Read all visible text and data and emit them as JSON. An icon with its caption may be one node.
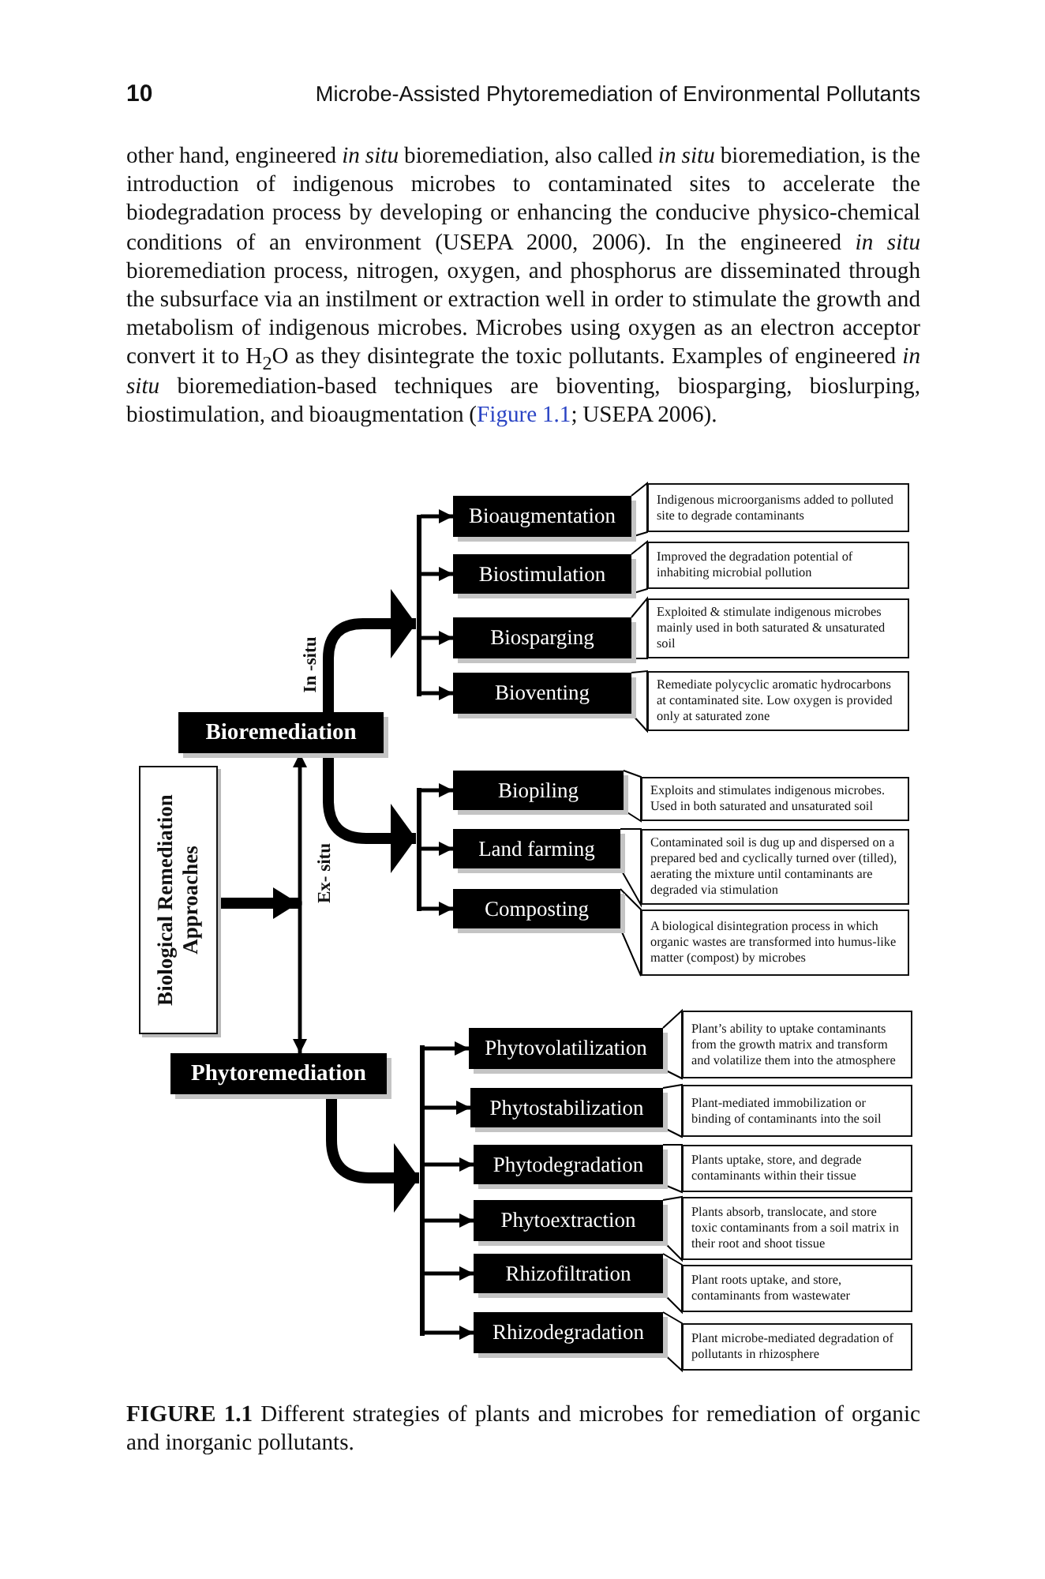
{
  "diagram": {
    "caption": "**FIGURE 1.1** Different strategies of plants and microbes for remediation of organic and inorganic pollutants.",
    "nodes": [
      {
        "text": [
          "Biological Remediation Approaches"
        ]
      },
      {
        "text": [
          "Bioremediation"
        ]
      },
      {
        "text": [
          "Phytoremediation"
        ]
      },
      {
        "text": [
          "Bioaugmentation"
        ]
      },
      {
        "text": [
          "Indigenous microorganisms added to polluted site to degrade contaminants"
        ]
      },
      {
        "text": [
          "Biostimulation"
        ]
      },
      {
        "text": [
          "Improved the degradation potential of inhabiting microbial pollution"
        ]
      },
      {
        "text": [
          "Biosparging"
        ]
      },
      {
        "text": [
          "Exploited & stimulate indigenous microbes mainly used in both saturated & unsaturated soil"
        ]
      },
      {
        "text": [
          "Bioventing"
        ]
      },
      {
        "text": [
          "Remediate polycyclic aromatic hydrocarbons at contaminated site. Low oxygen is provided only at saturated zone"
        ]
      },
      {
        "text": [
          "Biopiling"
        ]
      },
      {
        "text": [
          "Exploits and stimulates indigenous microbes. Used in both saturated and unsaturated soil"
        ]
      },
      {
        "text": [
          "Land farming"
        ]
      },
      {
        "text": [
          "Contaminated soil is dug up and dispersed on a prepared bed and cyclically turned over (tilled), aerating the mixture until contaminants are degraded via stimulation"
        ]
      },
      {
        "text": [
          "Composting"
        ]
      },
      {
        "text": [
          "A biological disintegration process in which organic wastes are transformed into humus-like matter (compost) by microbes"
        ]
      },
      {
        "text": [
          "Phytovolatilization"
        ]
      },
      {
        "text": [
          "Plant’s ability to uptake contaminants from the growth matrix and transform and volatilize them into the atmosphere"
        ]
      },
      {
        "text": [
          "Phytostabilization"
        ]
      },
      {
        "text": [
          "Plant-mediated immobilization or binding of contaminants into the soil"
        ]
      },
      {
        "text": [
          "Phytodegradation"
        ]
      },
      {
        "text": [
          "Plants uptake, store, and degrade contaminants within their tissue"
        ]
      },
      {
        "text": [
          "Phytoextraction"
        ]
      },
      {
        "text": [
          "Plants absorb, translocate, and store toxic contaminants from a soil matrix in their root and shoot tissue"
        ]
      },
      {
        "text": [
          "Rhizofiltration"
        ]
      },
      {
        "text": [
          "Plant roots uptake, and store, contaminants from wastewater"
        ]
      },
      {
        "text": [
          "Rhizodegradation"
        ]
      },
      {
        "text": [
          "Plant microbe-mediated degradation of pollutants in rhizosphere"
        ]
      },
      {
        "text": [],
        "shape": "bar"
      },
      {
        "text": [],
        "shape": "bar"
      },
      {
        "text": [],
        "shape": "bar"
      }
    ],
    "edges": [
      {
        "from": 0,
        "to": 1,
        "arrow": "to"
      },
      {
        "from": 0,
        "to": 2,
        "arrow": "to"
      },
      {
        "from": 1,
        "to": 29,
        "arrow": "to",
        "label": "In -situ",
        "style": "thick"
      },
      {
        "from": 29,
        "to": 3,
        "arrow": "to"
      },
      {
        "from": 29,
        "to": 5,
        "arrow": "to"
      },
      {
        "from": 29,
        "to": 7,
        "arrow": "to"
      },
      {
        "from": 29,
        "to": 9,
        "arrow": "to"
      },
      {
        "from": 1,
        "to": 30,
        "arrow": "to",
        "label": "Ex- situ",
        "style": "thick"
      },
      {
        "from": 30,
        "to": 11,
        "arrow": "to"
      },
      {
        "from": 30,
        "to": 13,
        "arrow": "to"
      },
      {
        "from": 30,
        "to": 15,
        "arrow": "to"
      },
      {
        "from": 2,
        "to": 31,
        "arrow": "to",
        "style": "thick"
      },
      {
        "from": 31,
        "to": 17,
        "arrow": "to"
      },
      {
        "from": 31,
        "to": 19,
        "arrow": "to"
      },
      {
        "from": 31,
        "to": 21,
        "arrow": "to"
      },
      {
        "from": 31,
        "to": 23,
        "arrow": "to"
      },
      {
        "from": 31,
        "to": 25,
        "arrow": "to"
      },
      {
        "from": 31,
        "to": 27,
        "arrow": "to"
      },
      {
        "from": 3,
        "to": 4,
        "arrow": "none"
      },
      {
        "from": 5,
        "to": 6,
        "arrow": "none"
      },
      {
        "from": 7,
        "to": 8,
        "arrow": "none"
      },
      {
        "from": 9,
        "to": 10,
        "arrow": "none"
      },
      {
        "from": 11,
        "to": 12,
        "arrow": "none"
      },
      {
        "from": 13,
        "to": 14,
        "arrow": "none"
      },
      {
        "from": 15,
        "to": 16,
        "arrow": "none"
      },
      {
        "from": 17,
        "to": 18,
        "arrow": "none"
      },
      {
        "from": 19,
        "to": 20,
        "arrow": "none"
      },
      {
        "from": 21,
        "to": 22,
        "arrow": "none"
      },
      {
        "from": 23,
        "to": 24,
        "arrow": "none"
      },
      {
        "from": 25,
        "to": 26,
        "arrow": "none"
      },
      {
        "from": 27,
        "to": 28,
        "arrow": "none"
      }
    ],
    "labels": [
      "10",
      "Microbe-Assisted Phytoremediation of Environmental Pollutants",
      "other hand, engineered *in situ* bioremediation, also called *in situ* bioremediation, is the introduction of indigenous microbes to contaminated sites to accelerate the biodegradation process by developing or enhancing the conducive physico-chemical conditions of an environment (USEPA 2000, 2006). In the engineered *in situ* bioremediation process, nitrogen, oxygen, and phosphorus are disseminated through the subsurface via an instilment or extraction well in order to stimulate the growth and metabolism of indigenous microbes. Microbes using oxygen as an electron acceptor convert it to H$_{2}$O as they disintegrate the toxic pollutants. Examples of engineered *in situ* bioremediation-based techniques are bioventing, biosparging, bioslurping, biostimulation, and bioaugmentation (",
      "Figure 1.1",
      "; USEPA 2006)."
    ]
  }
}
